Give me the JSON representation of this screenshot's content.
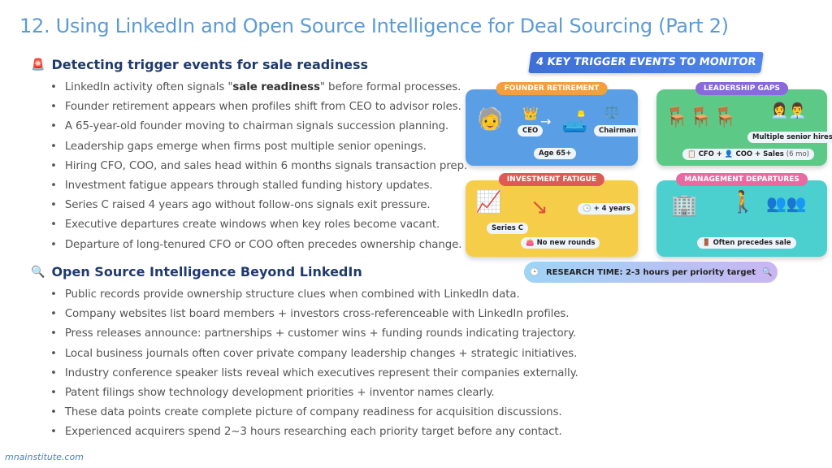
{
  "title": "12. Using LinkedIn and Open Source Intelligence for Deal Sourcing (Part 2)",
  "section1": {
    "heading": "Detecting trigger events for sale readiness",
    "icon": "alarm-siren-icon",
    "first": {
      "pre": "LinkedIn activity often signals \"",
      "bold": "sale readiness",
      "post": "\" before formal processes."
    },
    "bullets": [
      "Founder retirement appears when profiles shift from CEO to advisor roles.",
      "A 65-year-old founder moving to chairman signals succession planning.",
      "Leadership gaps emerge when firms post multiple senior openings.",
      "Hiring CFO, COO, and sales head within 6 months signals transaction prep.",
      "Investment fatigue appears through stalled funding history updates.",
      "Series C raised 4 years ago without follow-ons signals exit pressure.",
      "Executive departures create windows when key roles become vacant.",
      "Departure of long-tenured CFO or COO often precedes ownership change."
    ]
  },
  "section2": {
    "heading": "Open Source Intelligence Beyond LinkedIn",
    "icon": "magnifier-icon",
    "bullets": [
      "Public records provide ownership structure clues when combined with LinkedIn data.",
      "Company websites list board members + investors cross-referenceable with LinkedIn profiles.",
      "Press releases announce: partnerships + customer wins + funding rounds indicating trajectory.",
      "Local business journals often cover private company leadership changes + strategic initiatives.",
      "Industry conference speaker lists reveal which executives represent their companies externally.",
      "Patent filings show technology development priorities + inventor names clearly.",
      "These data points create complete picture of company readiness for acquisition discussions.",
      "Experienced acquirers spend 2~3 hours researching each priority target before any contact."
    ]
  },
  "infographic": {
    "banner": "4 KEY TRIGGER EVENTS TO MONITOR",
    "founder": {
      "tag": "FOUNDER RETIREMENT",
      "ceo": "CEO",
      "chairman": "Chairman",
      "age": "Age 65+",
      "color": "#5a9fe6",
      "tag_color": "#f0a040"
    },
    "leadership": {
      "tag": "LEADERSHIP GAPS",
      "hires": "Multiple senior hires",
      "roles_a": "CFO +",
      "roles_b": "COO + Sales",
      "roles_c": "(6 mo)",
      "color": "#5cc987",
      "tag_color": "#8a6ad8"
    },
    "investment": {
      "tag": "INVESTMENT FATIGUE",
      "series": "Series C",
      "years": "+ 4 years",
      "rounds": "No new rounds",
      "color": "#f5cd48",
      "tag_color": "#e05a55"
    },
    "management": {
      "tag": "MANAGEMENT DEPARTURES",
      "note": "Often precedes sale",
      "color": "#4ccfcf",
      "tag_color": "#e86aa0"
    },
    "research": "RESEARCH TIME: 2-3 hours per priority target"
  },
  "footer": "mnainstitute.com"
}
